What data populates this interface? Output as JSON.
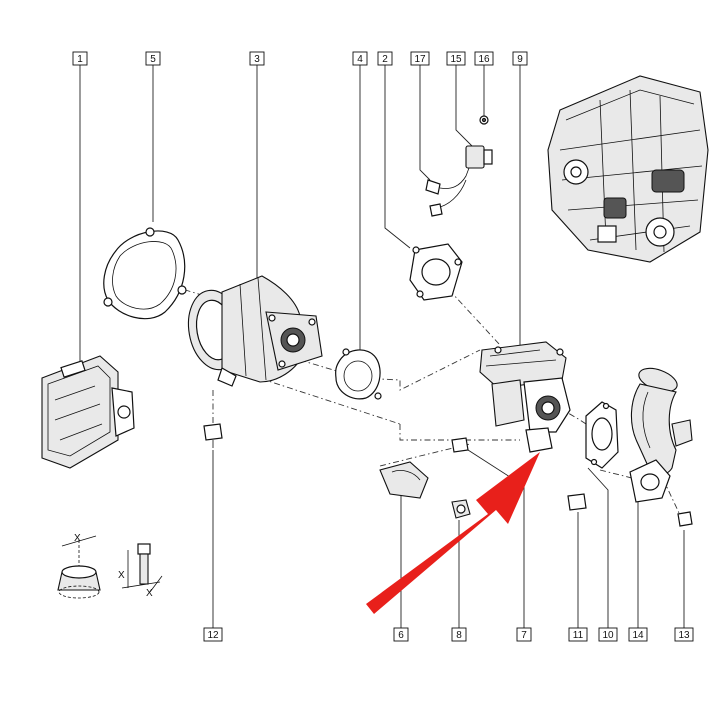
{
  "diagram": {
    "labels": [
      {
        "id": "1",
        "text": "1"
      },
      {
        "id": "5",
        "text": "5"
      },
      {
        "id": "3",
        "text": "3"
      },
      {
        "id": "4",
        "text": "4"
      },
      {
        "id": "2",
        "text": "2"
      },
      {
        "id": "17",
        "text": "17"
      },
      {
        "id": "15",
        "text": "15"
      },
      {
        "id": "16",
        "text": "16"
      },
      {
        "id": "9",
        "text": "9"
      },
      {
        "id": "12",
        "text": "12"
      },
      {
        "id": "6",
        "text": "6"
      },
      {
        "id": "8",
        "text": "8"
      },
      {
        "id": "7",
        "text": "7"
      },
      {
        "id": "11",
        "text": "11"
      },
      {
        "id": "10",
        "text": "10"
      },
      {
        "id": "14",
        "text": "14"
      },
      {
        "id": "13",
        "text": "13"
      }
    ],
    "dimension_marks": {
      "x": "X"
    },
    "colors": {
      "arrow": "#e8201b",
      "line": "#111111",
      "shade": "#e9e9e9"
    },
    "icons": [
      "exploded-parts-diagram",
      "engine-thumbnail",
      "red-pointer-arrow"
    ]
  }
}
